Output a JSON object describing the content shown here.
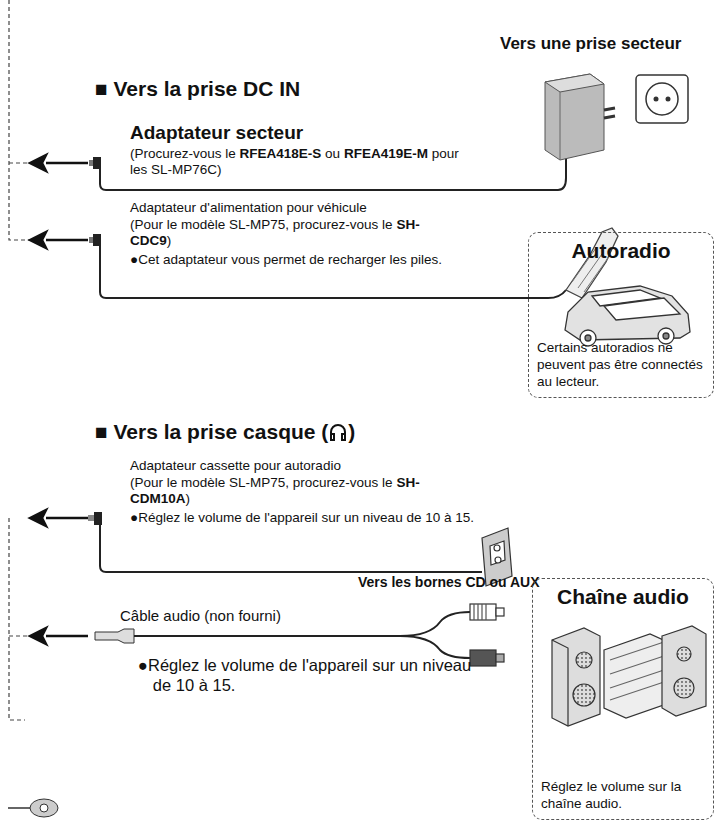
{
  "diagram": {
    "nodes": [
      {
        "text": [
          "Autoradio",
          "Certains autoradios ne peuvent pas être connectés au lecteur."
        ]
      },
      {
        "text": [
          "Chaîne audio",
          "Réglez le volume sur la chaîne audio."
        ]
      }
    ],
    "labels": [
      "Vers une prise secteur",
      "■ Vers la prise DC IN",
      "Adaptateur secteur",
      "(Procurez-vous le",
      "RFEA418E-S",
      "ou",
      "RFEA419E-M",
      "pour les SL-MP76C)",
      "Adaptateur d'alimentation pour véhicule",
      "(Pour le modèle SL-MP75, procurez-vous le",
      "SH-CDC9",
      ")",
      "●Cet adaptateur vous permet de recharger les piles.",
      "■ Vers la prise casque (",
      ")",
      "Adaptateur cassette pour autoradio",
      "(Pour le modèle SL-MP75, procurez-vous le",
      "SH-CDM10A",
      ")",
      "●Réglez le volume de l'appareil sur un niveau de 10 à 15.",
      "Vers les bornes CD ou AUX",
      "Câble audio (non fourni)",
      "●Réglez le volume de l'appareil sur un niveau de 10 à 15."
    ]
  }
}
